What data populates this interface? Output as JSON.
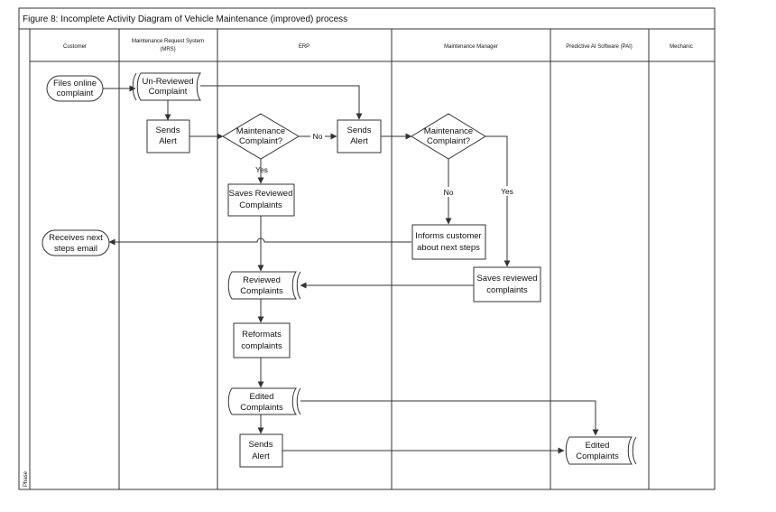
{
  "title": "Figure 8: Incomplete Activity Diagram of Vehicle Maintenance (improved) process",
  "phase_label": "Phase",
  "lanes": [
    {
      "label": "Customer"
    },
    {
      "label": "Maintenance Request System",
      "label2": "(MRS)"
    },
    {
      "label": "ERP"
    },
    {
      "label": "Maintenance Manager"
    },
    {
      "label": "Predictive AI Software (PAI)"
    },
    {
      "label": "Mechanic"
    }
  ],
  "nodes": {
    "files_complaint": {
      "l1": "Files online",
      "l2": "complaint"
    },
    "unreviewed_complaint": {
      "l1": "Un-Reviewed",
      "l2": "Complaint"
    },
    "mrs_sends_alert": {
      "l1": "Sends",
      "l2": "Alert"
    },
    "erp_decision": {
      "l1": "Maintenance",
      "l2": "Complaint?"
    },
    "erp_sends_alert": {
      "l1": "Sends",
      "l2": "Alert"
    },
    "mm_decision": {
      "l1": "Maintenance",
      "l2": "Complaint?"
    },
    "saves_reviewed": {
      "l1": "Saves Reviewed",
      "l2": "Complaints"
    },
    "receives_email": {
      "l1": "Receives next",
      "l2": "steps email"
    },
    "informs_customer": {
      "l1": "Informs customer",
      "l2": "about next steps"
    },
    "reviewed_complaints": {
      "l1": "Reviewed",
      "l2": "Complaints"
    },
    "mm_saves_reviewed": {
      "l1": "Saves reviewed",
      "l2": "complaints"
    },
    "reformats": {
      "l1": "Reformats",
      "l2": "complaints"
    },
    "edited_complaints": {
      "l1": "Edited",
      "l2": "Complaints"
    },
    "final_sends_alert": {
      "l1": "Sends",
      "l2": "Alert"
    },
    "pai_edited_complaints": {
      "l1": "Edited",
      "l2": "Complaints"
    }
  },
  "edge_labels": {
    "erp_no": "No",
    "erp_yes": "Yes",
    "mm_no": "No",
    "mm_yes": "Yes"
  }
}
